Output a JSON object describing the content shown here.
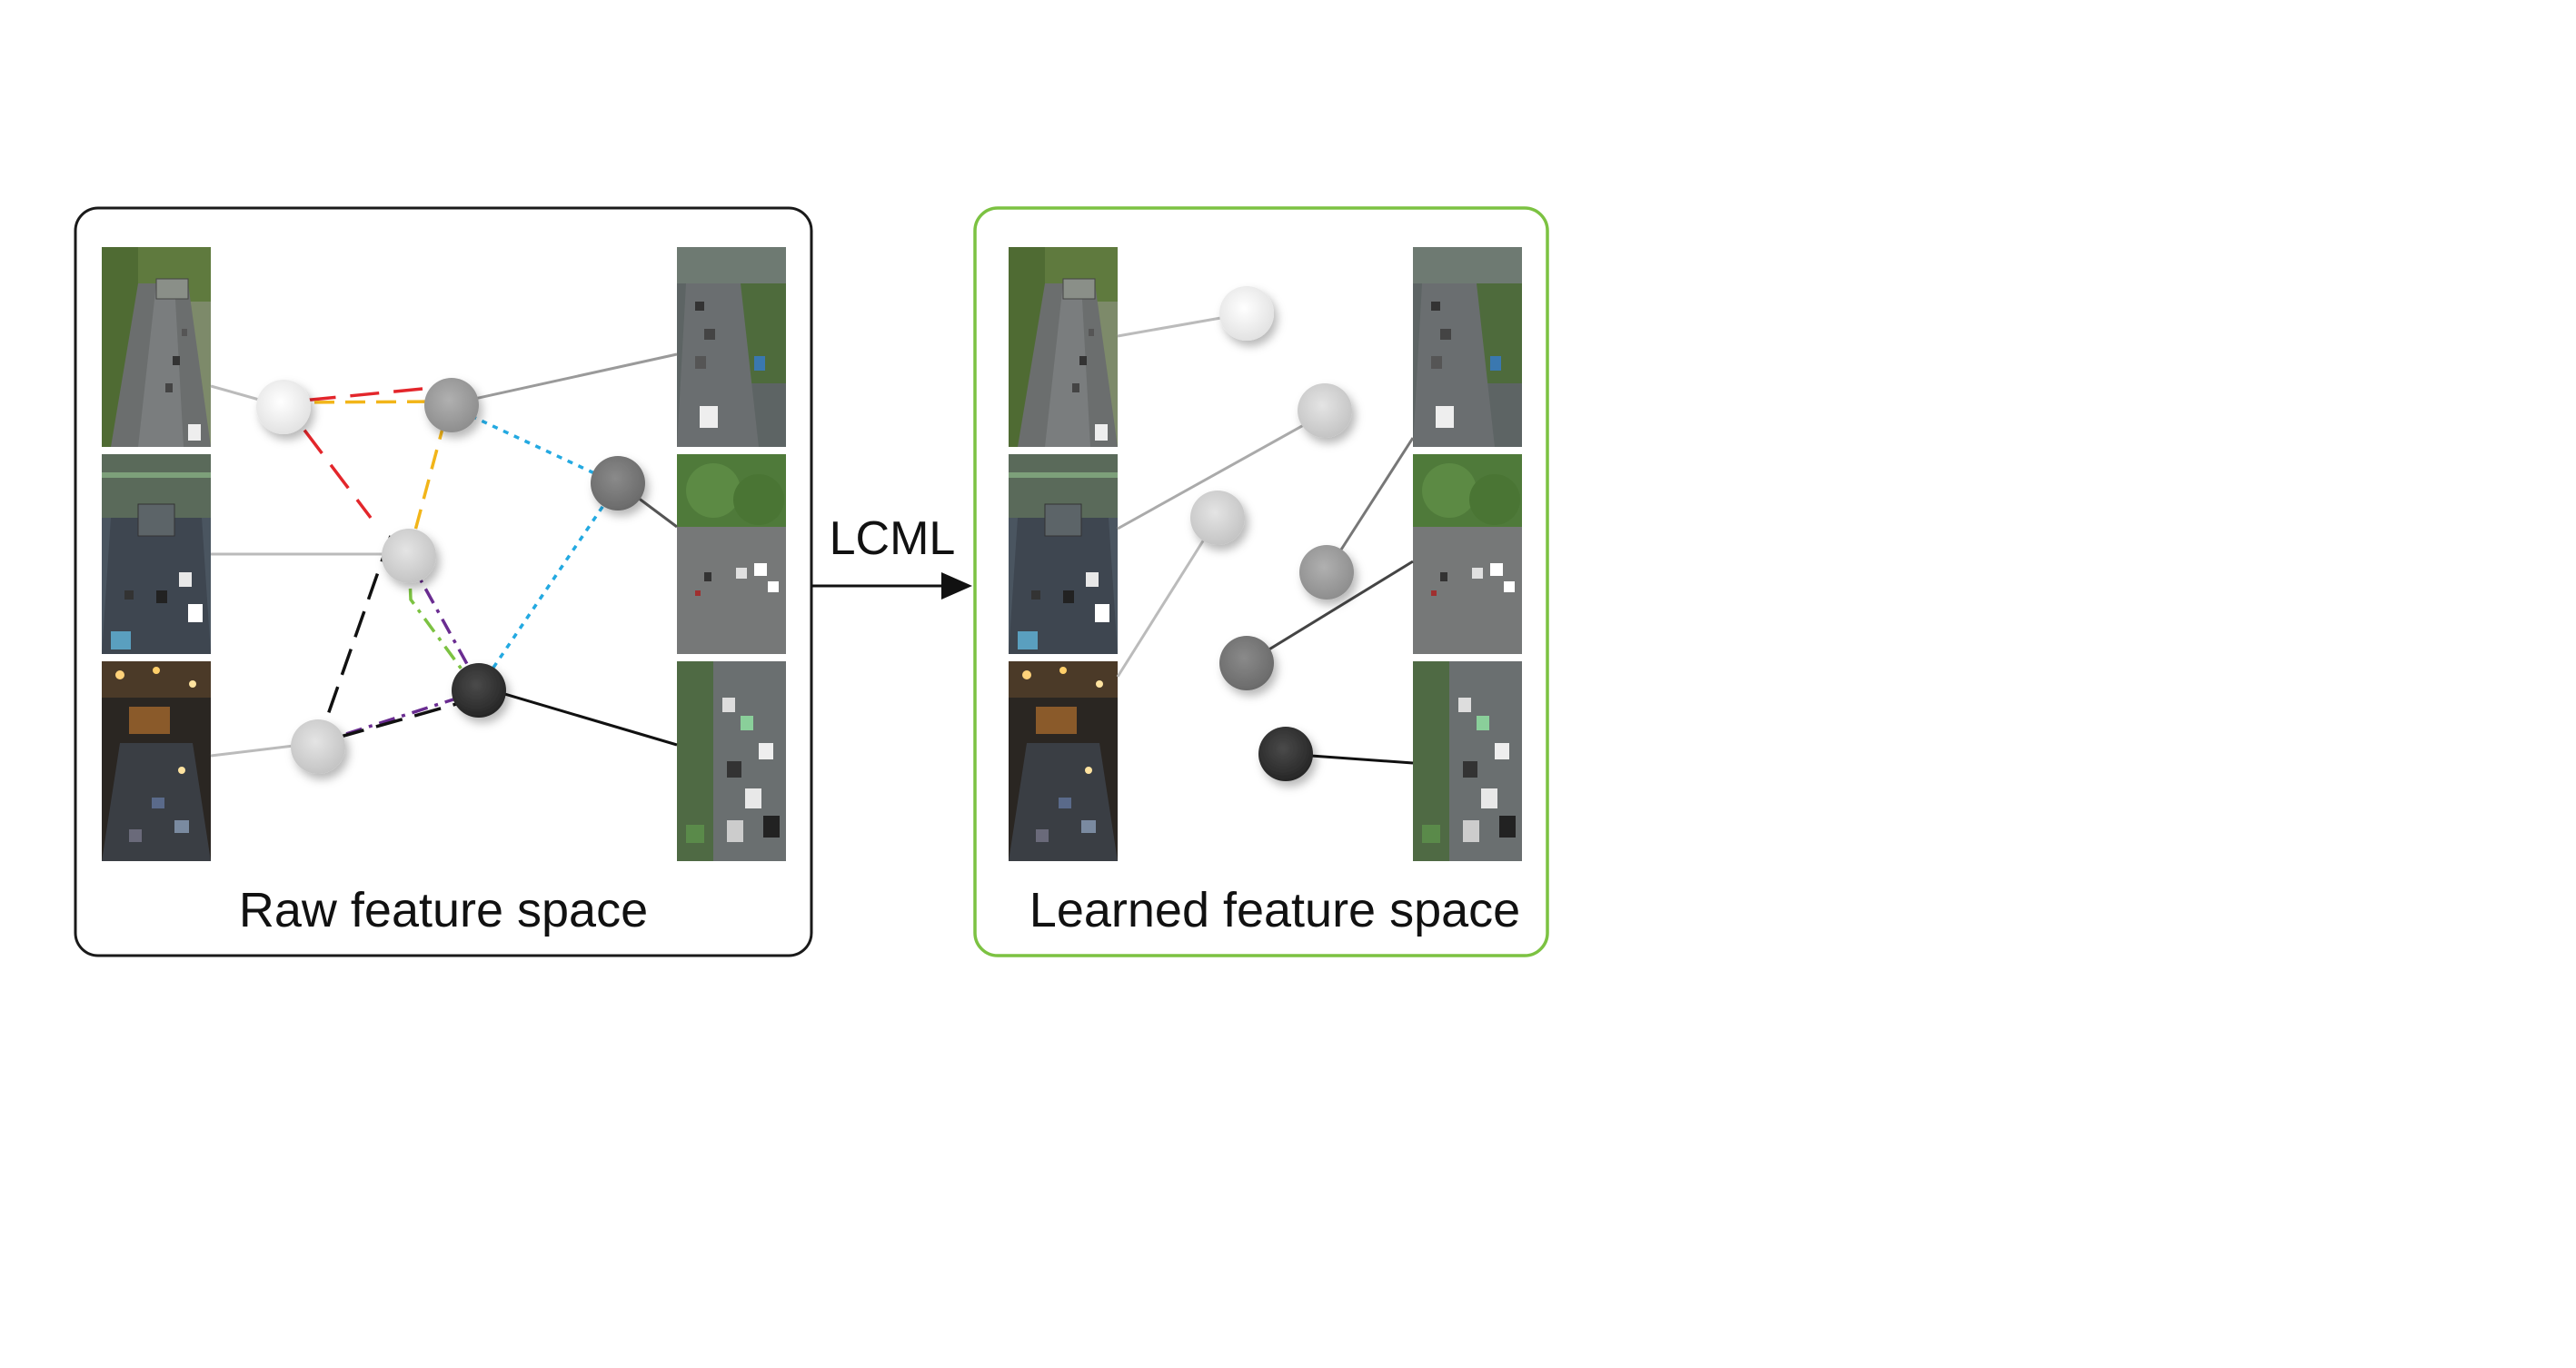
{
  "raw_panel": {
    "title": "Raw feature space",
    "border_color": "#1a1a1a"
  },
  "learned_panel": {
    "title": "Learned feature space",
    "border_color": "#7cc242"
  },
  "arrow": {
    "label": "LCML"
  },
  "images": {
    "left_column": [
      "traffic-scene-1",
      "traffic-scene-2",
      "traffic-scene-3-night"
    ],
    "right_column": [
      "traffic-scene-4",
      "traffic-scene-5",
      "traffic-scene-6-congested"
    ]
  },
  "colors": {
    "red_dash": "#e3262b",
    "yellow_dash": "#f2b519",
    "cyan_dot": "#23a9e1",
    "green_dashdot": "#7cc242",
    "purple_dashdot": "#6a2c91",
    "black_dash": "#111111"
  }
}
